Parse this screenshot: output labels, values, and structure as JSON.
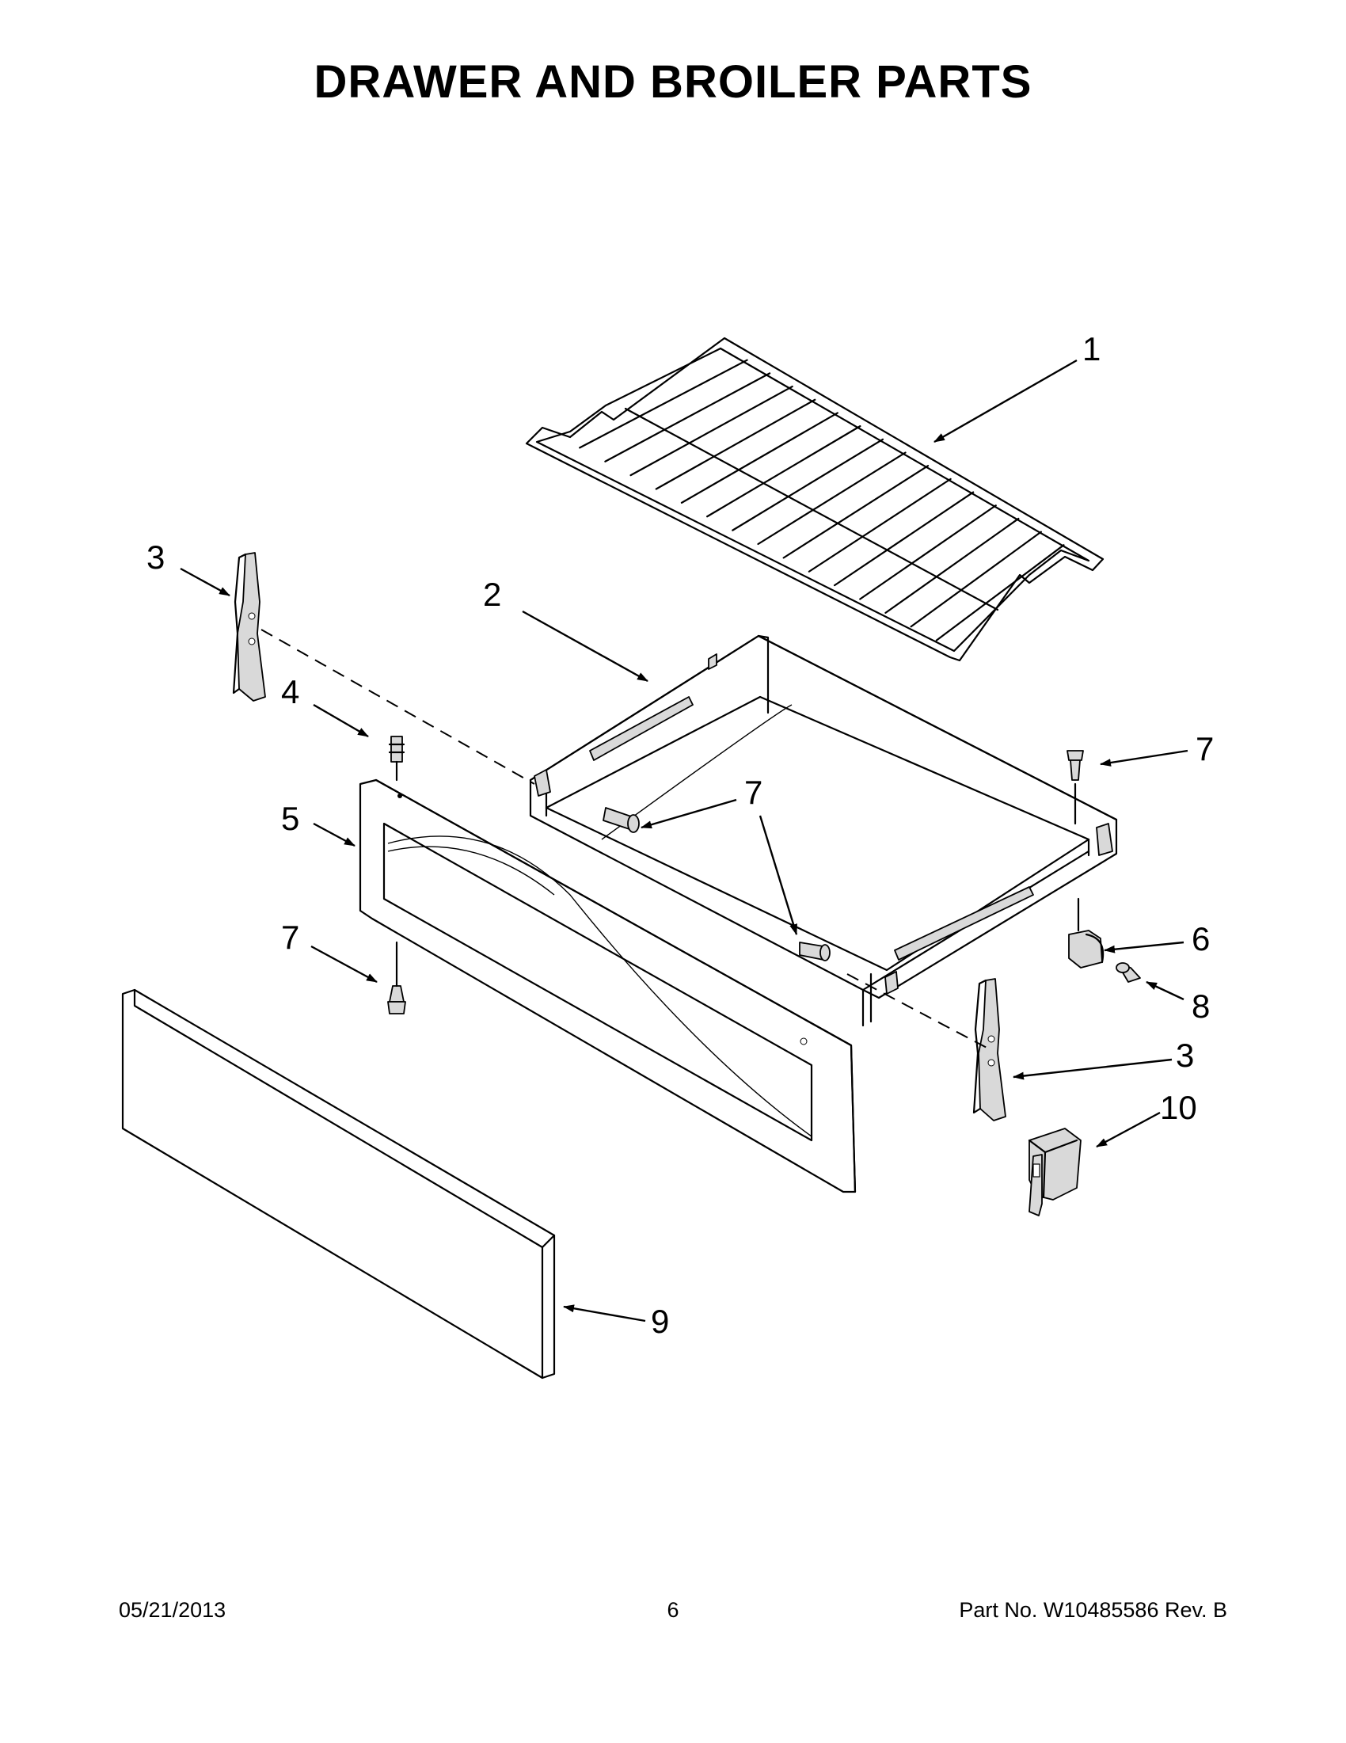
{
  "title": "DRAWER AND BROILER PARTS",
  "callouts": {
    "c1": "1",
    "c2": "2",
    "c3a": "3",
    "c3b": "3",
    "c4": "4",
    "c5": "5",
    "c6": "6",
    "c7a": "7",
    "c7b": "7",
    "c7c": "7",
    "c8": "8",
    "c9": "9",
    "c10": "10"
  },
  "footer": {
    "date": "05/21/2013",
    "page": "6",
    "part": "Part No.  W10485586  Rev.  B"
  }
}
